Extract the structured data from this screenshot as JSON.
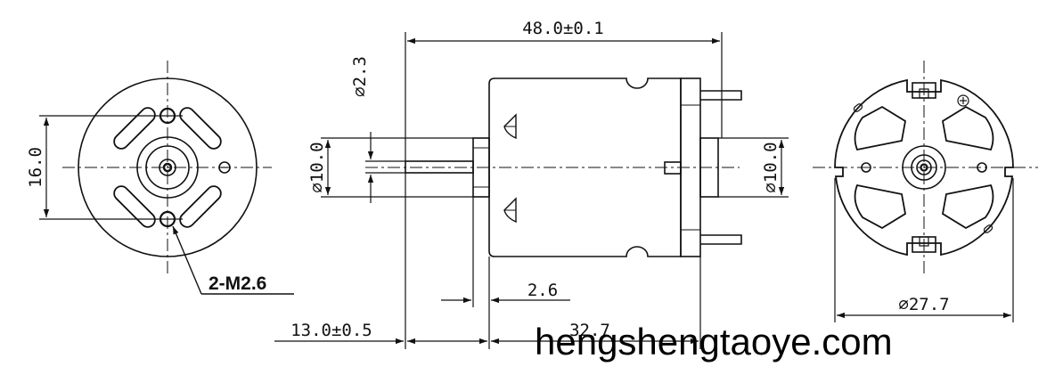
{
  "dimensions": {
    "overall_length": "48.0±0.1",
    "shaft_diameter": "⌀2.3",
    "boss_diameter_left": "⌀10.0",
    "boss_diameter_right": "⌀10.0",
    "boss_length": "2.6",
    "shaft_length": "13.0±0.5",
    "body_length": "32.7",
    "hole_spacing": "16.0",
    "body_diameter": "⌀27.7"
  },
  "labels": {
    "mount_screws": "2-M2.6"
  },
  "watermark": "hengshengtaoye.com"
}
